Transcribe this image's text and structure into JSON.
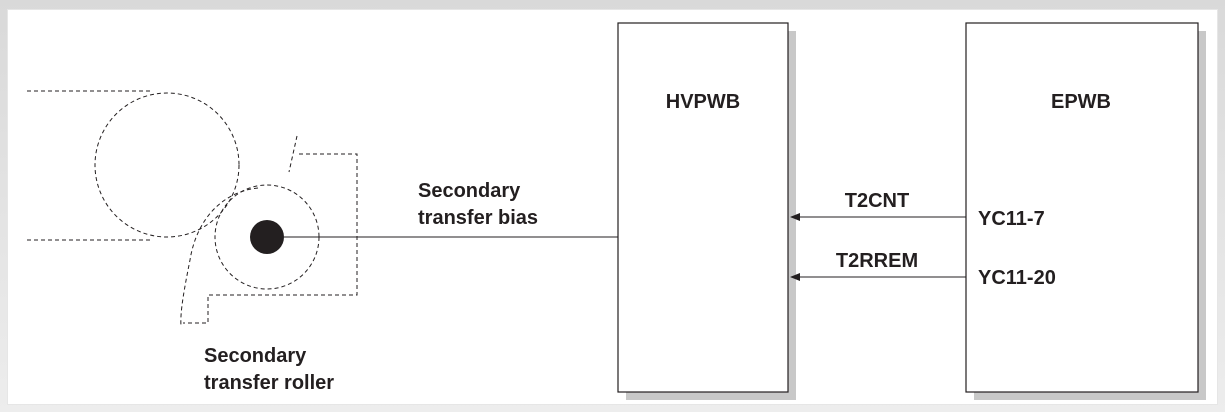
{
  "boxes": {
    "hvpwb": "HVPWB",
    "epwb": "EPWB"
  },
  "labels": {
    "bias_line1": "Secondary",
    "bias_line2": "transfer bias",
    "roller_line1": "Secondary",
    "roller_line2": "transfer roller"
  },
  "signals": [
    {
      "name": "T2CNT",
      "pin": "YC11-7"
    },
    {
      "name": "T2RREM",
      "pin": "YC11-20"
    }
  ],
  "colors": {
    "ink": "#231f20",
    "shadow": "#c8c8c8"
  }
}
